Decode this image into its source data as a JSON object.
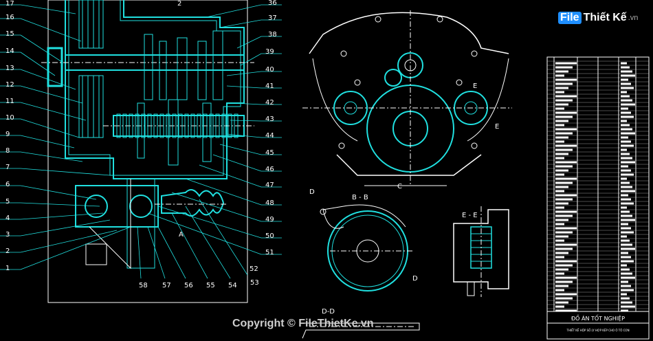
{
  "left_labels": [
    "17",
    "16",
    "15",
    "14",
    "13",
    "12",
    "11",
    "10",
    "9",
    "8",
    "7",
    "6",
    "5",
    "4",
    "3",
    "2",
    "1"
  ],
  "top_label": "2",
  "right_labels": [
    "36",
    "37",
    "38",
    "39",
    "40",
    "41",
    "42",
    "43",
    "44",
    "45",
    "46",
    "47",
    "48",
    "49",
    "50",
    "51",
    "52"
  ],
  "bottom_labels": [
    "58",
    "57",
    "56",
    "55",
    "54",
    "53"
  ],
  "section_labels": {
    "c": "C",
    "e_top": "E",
    "e_right": "E",
    "a": "A",
    "d_top": "D",
    "bb": "B - B",
    "d_side": "D",
    "ee": "E - E",
    "dd": "D-D"
  },
  "logo": {
    "file": "File",
    "brand": "Thiết Kế",
    "domain": ".vn"
  },
  "title_block": {
    "main": "ĐỒ ÁN TỐT NGHIỆP",
    "sub": "THIẾT KẾ HỘP SỐ LY HỢP KÉP CHO Ô TÔ CON"
  },
  "copyright": "Copyright © FileThietKe.vn",
  "colors": {
    "background": "#000000",
    "drawing": "#20e0e0",
    "lines": "#ffffff",
    "accent": "#1f8fff"
  }
}
